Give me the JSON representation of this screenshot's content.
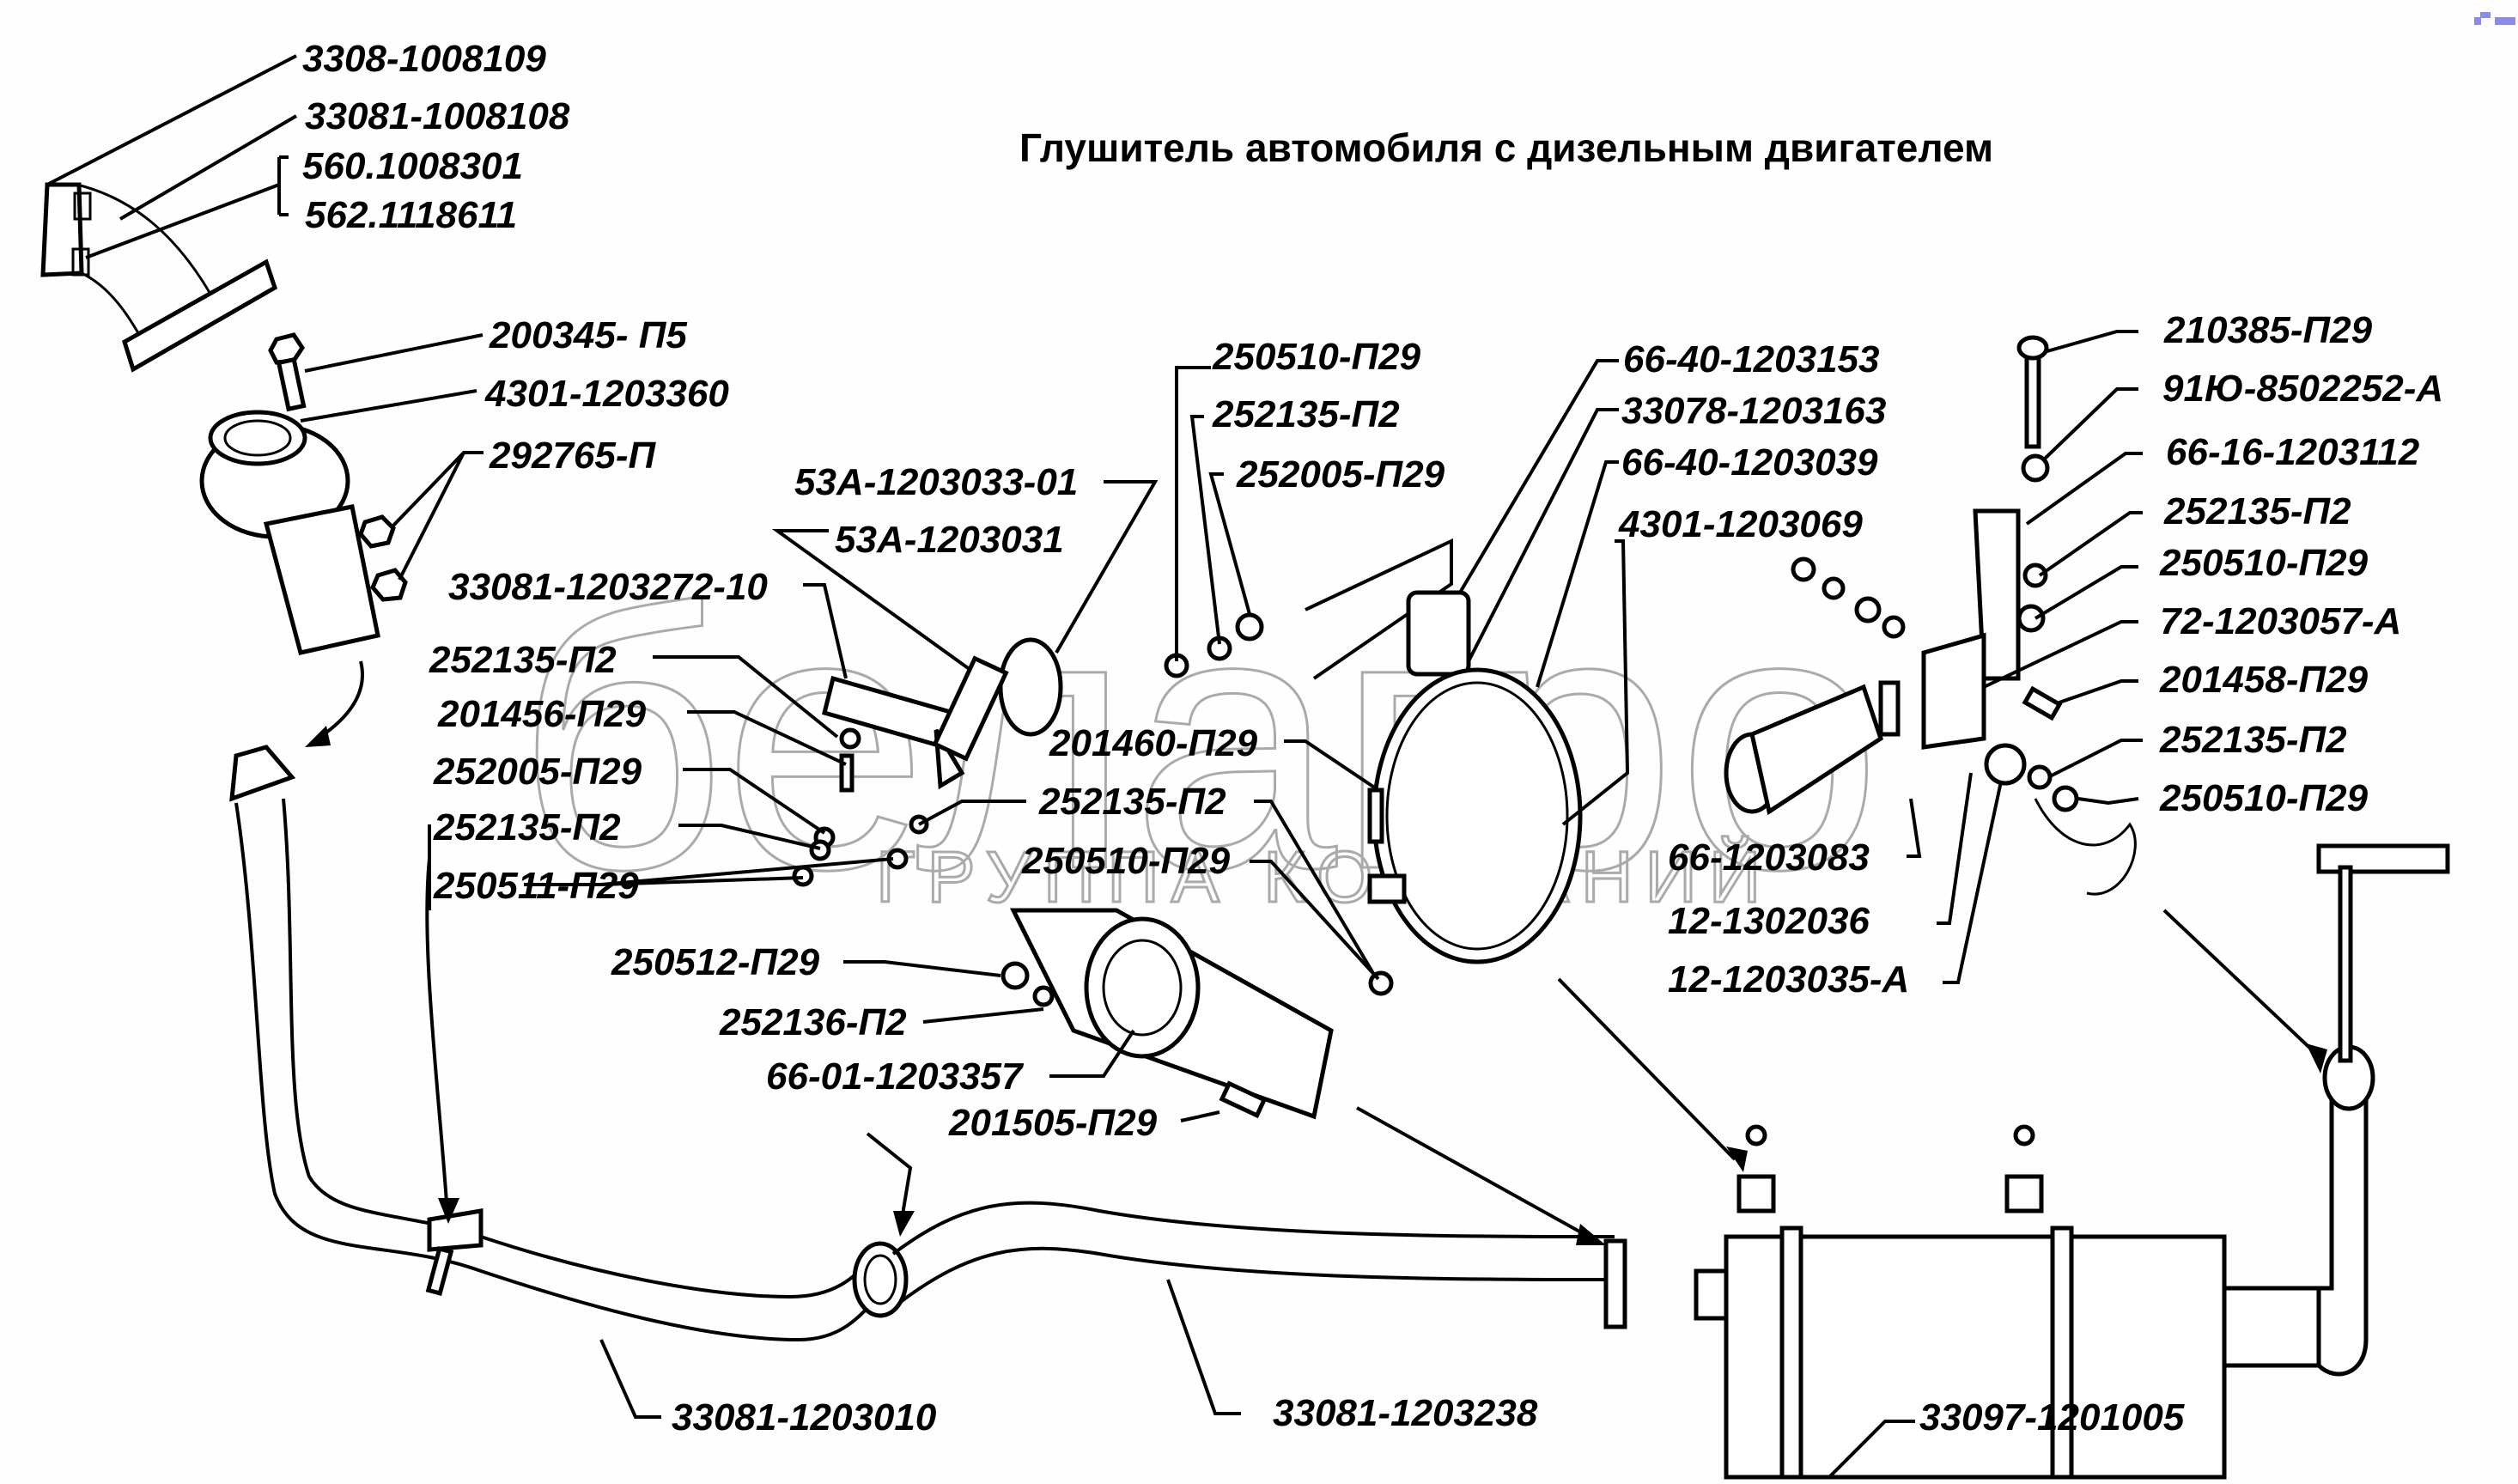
{
  "title": "Глушитель автомобиля с дизельным двигателем",
  "watermark": {
    "brand": "белагро",
    "subtitle": "ГРУППА КОМПАНИЙ"
  },
  "labels": {
    "l_3308_1008109": "3308-1008109",
    "l_33081_1008108": "33081-1008108",
    "l_560_1008301": "560.1008301",
    "l_562_1118611": "562.1118611",
    "l_200345_p5": "200345- П5",
    "l_4301_1203360": "4301-1203360",
    "l_292765_p": "292765-П",
    "l_33081_1203272_10": "33081-1203272-10",
    "l_53a_1203033_01": "53А-1203033-01",
    "l_53a_1203031": "53А-1203031",
    "l_252135_p2_a": "252135-П2",
    "l_201456_p29": "201456-П29",
    "l_252005_p29_a": "252005-П29",
    "l_252135_p2_b": "252135-П2",
    "l_250511_p29": "250511-П29",
    "l_250510_p29_a": "250510-П29",
    "l_252135_p2_c": "252135-П2",
    "l_252005_p29_b": "252005-П29",
    "l_66_40_1203153": "66-40-1203153",
    "l_33078_1203163": "33078-1203163",
    "l_66_40_1203039": "66-40-1203039",
    "l_4301_1203069": "4301-1203069",
    "l_201460_p29": "201460-П29",
    "l_252135_p2_d": "252135-П2",
    "l_250510_p29_b": "250510-П29",
    "l_250512_p29": "250512-П29",
    "l_252136_p2": "252136-П2",
    "l_66_01_1203357": "66-01-1203357",
    "l_201505_p29": "201505-П29",
    "l_210385_p29": "210385-П29",
    "l_91yu_8502252_a": "91Ю-8502252-А",
    "l_66_16_1203112": "66-16-1203112",
    "l_252135_p2_e": "252135-П2",
    "l_250510_p29_c": "250510-П29",
    "l_72_1203057_a": "72-1203057-А",
    "l_201458_p29": "201458-П29",
    "l_252135_p2_f": "252135-П2",
    "l_250510_p29_d": "250510-П29",
    "l_66_1203083": "66-1203083",
    "l_12_1302036": "12-1302036",
    "l_12_1203035_a": "12-1203035-А",
    "l_33081_1203010": "33081-1203010",
    "l_33081_1203238": "33081-1203238",
    "l_33097_1201005": "33097-1201005"
  }
}
